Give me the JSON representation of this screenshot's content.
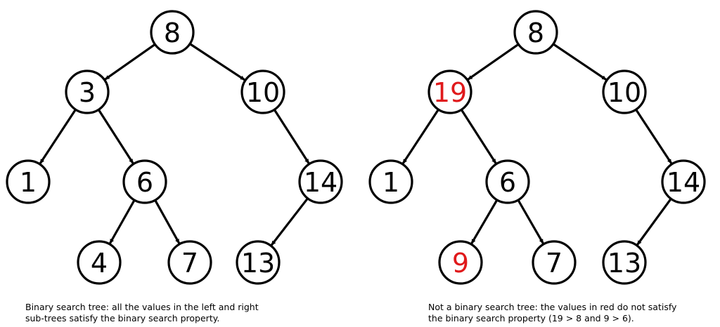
{
  "colors": {
    "normal": "#000000",
    "invalid": "#e0191b"
  },
  "trees": [
    {
      "name": "valid-bst",
      "caption_lines": [
        "Binary search tree: all the values in the left and right",
        "sub-trees satisfy the binary search property."
      ],
      "nodes": [
        {
          "id": "a8",
          "label": "8",
          "invalid": false
        },
        {
          "id": "a3",
          "label": "3",
          "invalid": false
        },
        {
          "id": "a10",
          "label": "10",
          "invalid": false
        },
        {
          "id": "a1",
          "label": "1",
          "invalid": false
        },
        {
          "id": "a6",
          "label": "6",
          "invalid": false
        },
        {
          "id": "a14",
          "label": "14",
          "invalid": false
        },
        {
          "id": "a4",
          "label": "4",
          "invalid": false
        },
        {
          "id": "a7",
          "label": "7",
          "invalid": false
        },
        {
          "id": "a13",
          "label": "13",
          "invalid": false
        }
      ],
      "edges": [
        [
          "a8",
          "a3"
        ],
        [
          "a8",
          "a10"
        ],
        [
          "a3",
          "a1"
        ],
        [
          "a3",
          "a6"
        ],
        [
          "a10",
          "a14"
        ],
        [
          "a6",
          "a4"
        ],
        [
          "a6",
          "a7"
        ],
        [
          "a14",
          "a13"
        ]
      ]
    },
    {
      "name": "invalid-bst",
      "caption_lines": [
        "Not a binary search tree: the values in red do not satisfy",
        "the binary search property (19 > 8 and 9 > 6)."
      ],
      "nodes": [
        {
          "id": "b8",
          "label": "8",
          "invalid": false
        },
        {
          "id": "b19",
          "label": "19",
          "invalid": true
        },
        {
          "id": "b10",
          "label": "10",
          "invalid": false
        },
        {
          "id": "b1",
          "label": "1",
          "invalid": false
        },
        {
          "id": "b6",
          "label": "6",
          "invalid": false
        },
        {
          "id": "b14",
          "label": "14",
          "invalid": false
        },
        {
          "id": "b9",
          "label": "9",
          "invalid": true
        },
        {
          "id": "b7",
          "label": "7",
          "invalid": false
        },
        {
          "id": "b13",
          "label": "13",
          "invalid": false
        }
      ],
      "edges": [
        [
          "b8",
          "b19"
        ],
        [
          "b8",
          "b10"
        ],
        [
          "b19",
          "b1"
        ],
        [
          "b19",
          "b6"
        ],
        [
          "b10",
          "b14"
        ],
        [
          "b6",
          "b9"
        ],
        [
          "b6",
          "b7"
        ],
        [
          "b14",
          "b13"
        ]
      ]
    }
  ]
}
